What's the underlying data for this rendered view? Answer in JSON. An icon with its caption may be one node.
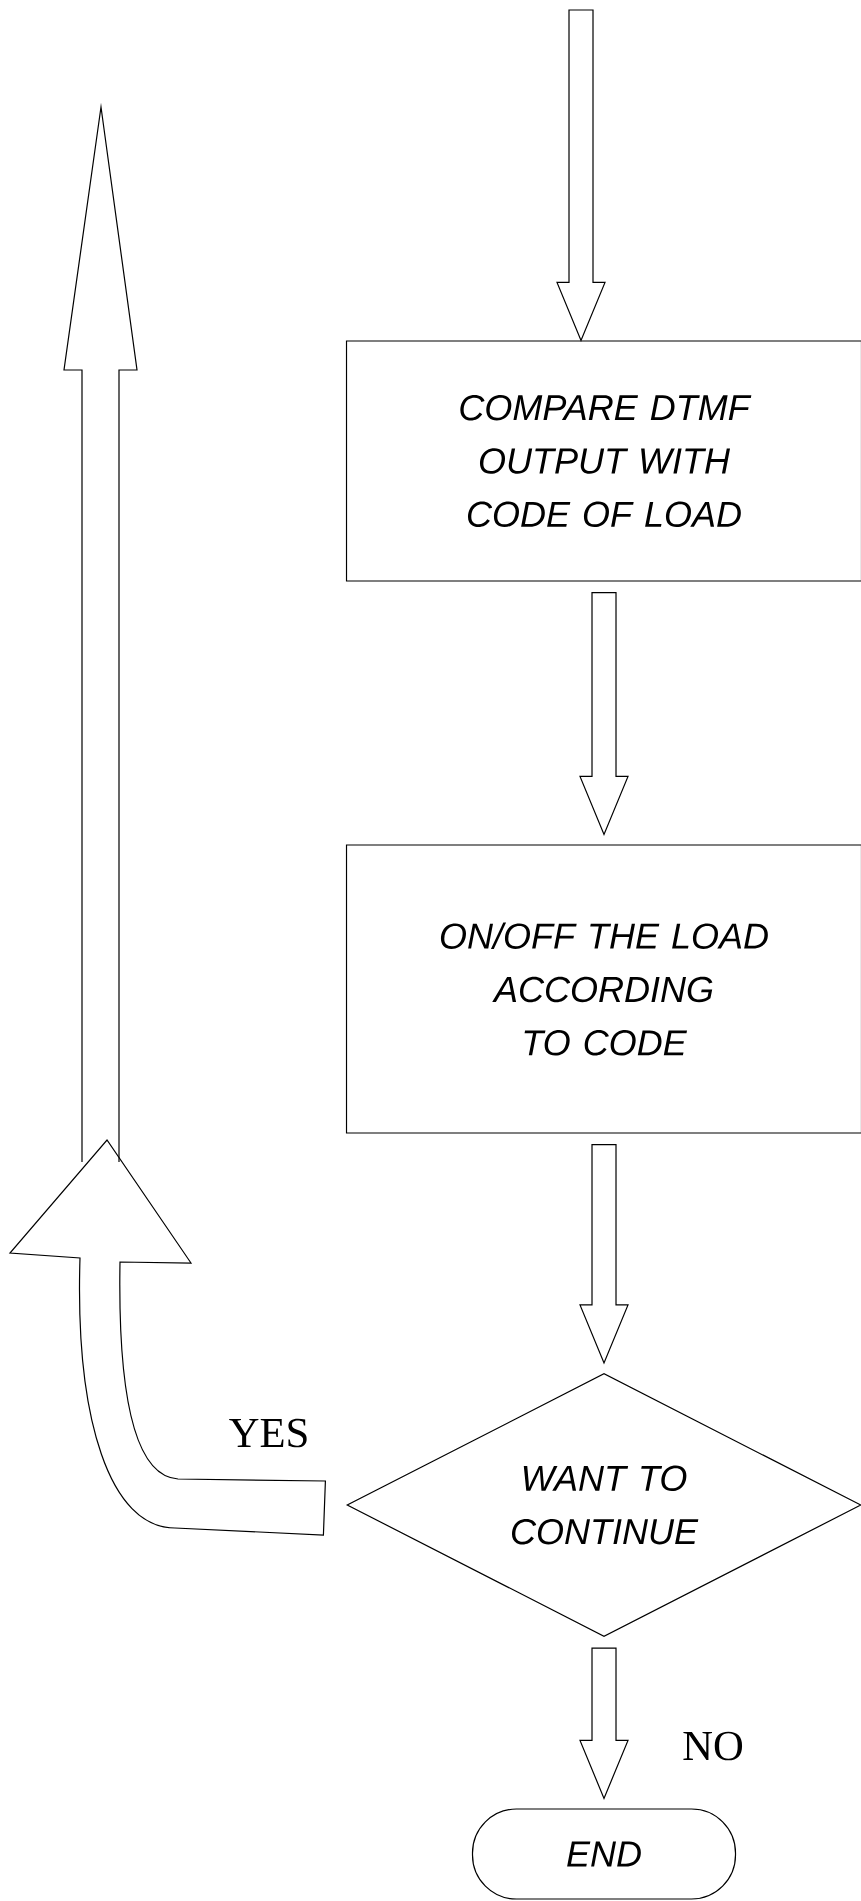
{
  "diagram": {
    "nodes": [
      {
        "text": [
          "COMPARE DTMF OUTPUT WITH CODE OF LOAD"
        ]
      },
      {
        "text": [
          "ON/OFF THE LOAD ACCORDING TO CODE"
        ]
      },
      {
        "text": [
          "WANT TO CONTINUE"
        ]
      },
      {
        "text": [
          "END"
        ]
      }
    ],
    "edges": [
      {
        "from": null,
        "to": 0,
        "arrow": "to"
      },
      {
        "from": 0,
        "to": 1,
        "arrow": "to"
      },
      {
        "from": 1,
        "to": 2,
        "arrow": "to"
      },
      {
        "from": 2,
        "to": 3,
        "arrow": "to",
        "label": "NO"
      },
      {
        "from": 2,
        "to": null,
        "arrow": "to",
        "label": "YES"
      }
    ]
  }
}
